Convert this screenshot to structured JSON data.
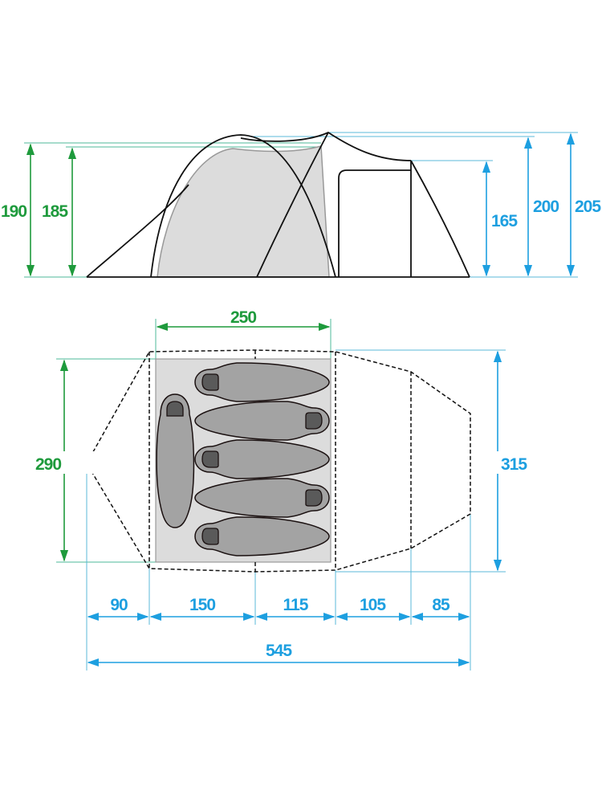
{
  "title": "Tent dimensions diagram",
  "colors": {
    "inner_dims": "#1e9a3c",
    "outer_dims": "#1d9fe0",
    "inner_floor": "#dcdcdc",
    "sleeping_bag": "#a3a3a3"
  },
  "side_view": {
    "inner_height_1": "190",
    "inner_height_2": "185",
    "vestibule_height": "165",
    "height_2": "200",
    "total_height": "205"
  },
  "top_view": {
    "inner_length": "250",
    "inner_width": "290",
    "outer_width": "315",
    "segments": [
      "90",
      "150",
      "115",
      "105",
      "85"
    ],
    "total_length": "545",
    "sleeping_bags": 6
  }
}
